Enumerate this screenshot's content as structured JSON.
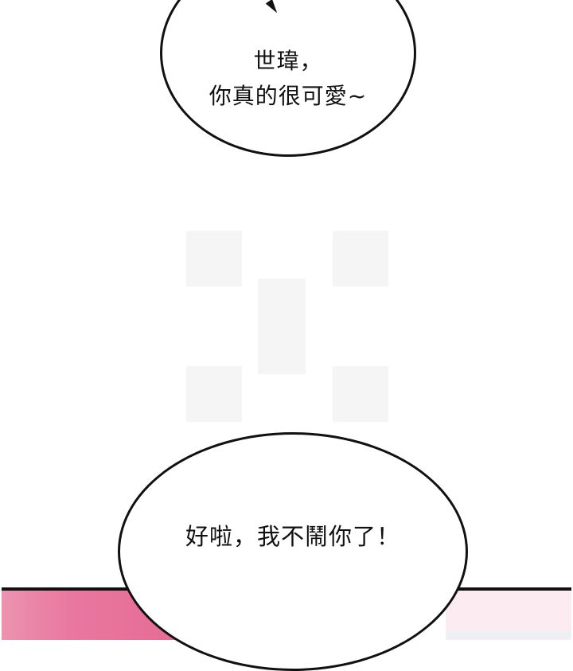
{
  "panel": {
    "type": "comic-panel",
    "colors": {
      "background": "#ffffff",
      "outline": "#111111",
      "floor_left": "#e8769e",
      "floor_right": "#fcecf1"
    }
  },
  "bubbles": [
    {
      "id": "top",
      "lines": [
        "世瑋，",
        "你真的很可愛~"
      ]
    },
    {
      "id": "bottom",
      "lines": [
        "好啦，我不鬧你了！"
      ]
    }
  ]
}
